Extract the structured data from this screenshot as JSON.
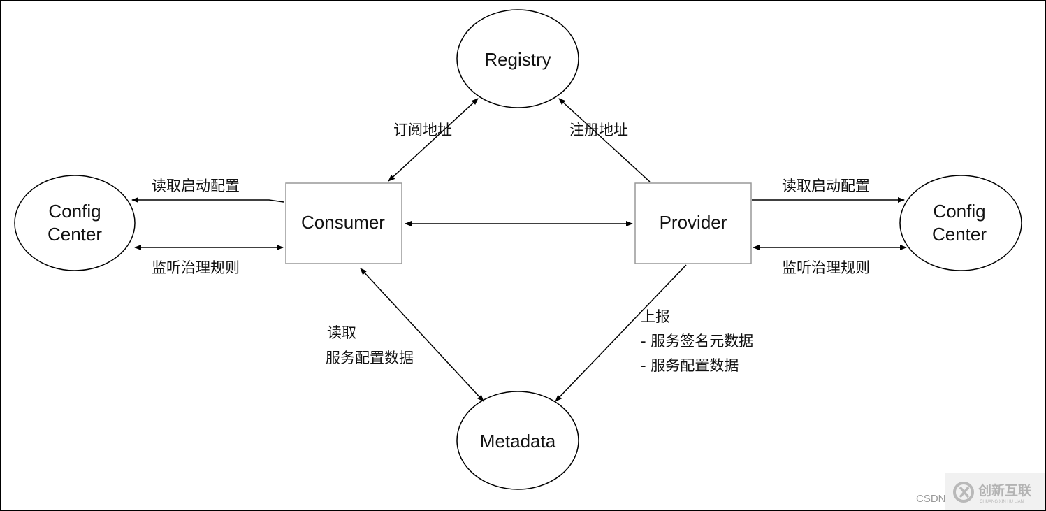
{
  "nodes": {
    "registry": "Registry",
    "config_center_left": [
      "Config",
      "Center"
    ],
    "config_center_right": [
      "Config",
      "Center"
    ],
    "consumer": "Consumer",
    "provider": "Provider",
    "metadata": "Metadata"
  },
  "edge_labels": {
    "subscribe": "订阅地址",
    "register": "注册地址",
    "read_boot_config_left": "读取启动配置",
    "watch_rules_left": "监听治理规则",
    "read_boot_config_right": "读取启动配置",
    "watch_rules_right": "监听治理规则",
    "consumer_metadata": [
      "读取",
      "服务配置数据"
    ],
    "provider_metadata": [
      "上报",
      "- 服务签名元数据",
      "- 服务配置数据"
    ]
  },
  "watermark": {
    "csdn": "CSDN",
    "brand": "创新互联",
    "brand_pinyin": "CHUANG XIN HU LIAN"
  },
  "colors": {
    "stroke": "#000000",
    "box": "#999999",
    "text": "#111111"
  }
}
